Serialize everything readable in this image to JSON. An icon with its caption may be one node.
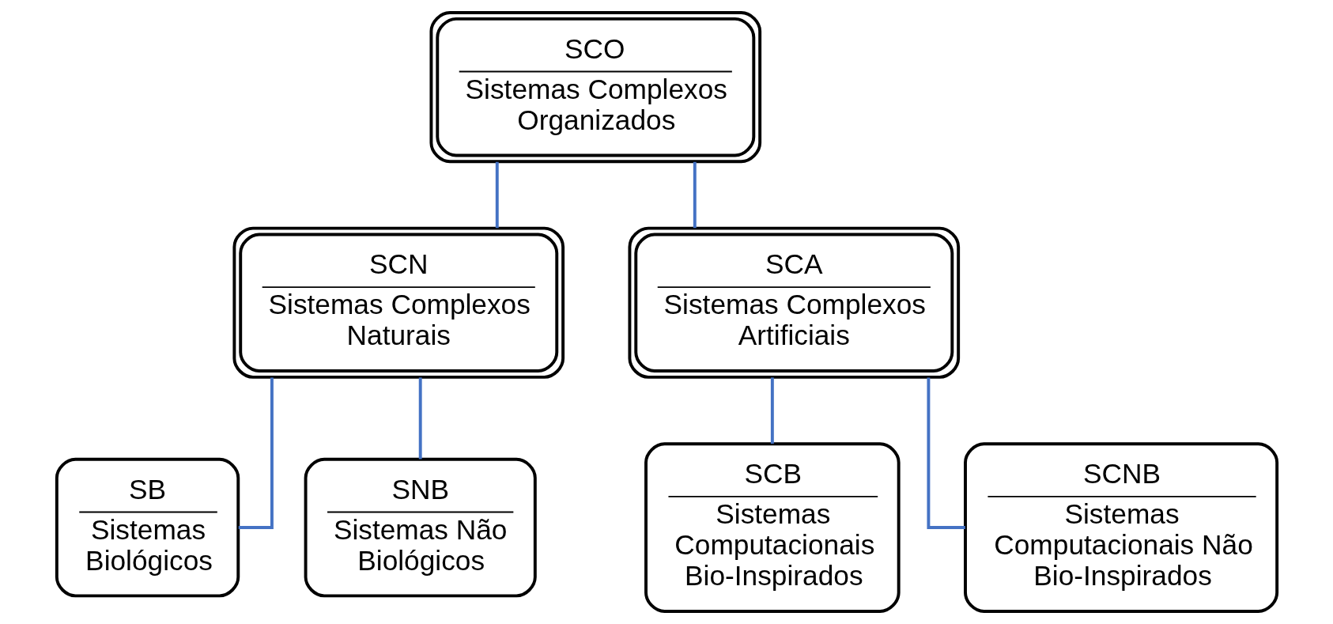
{
  "diagram": {
    "nodes": [
      {
        "text": [
          "SCO",
          "Sistemas Complexos Organizados"
        ]
      },
      {
        "text": [
          "SCN",
          "Sistemas Complexos Naturais"
        ]
      },
      {
        "text": [
          "SCA",
          "Sistemas Complexos Artificiais"
        ]
      },
      {
        "text": [
          "SB",
          "Sistemas Biológicos"
        ]
      },
      {
        "text": [
          "SNB",
          "Sistemas Não Biológicos"
        ]
      },
      {
        "text": [
          "SCB",
          "Sistemas Computacionais Bio-Inspirados"
        ]
      },
      {
        "text": [
          "SCNB",
          "Sistemas Computacionais Não Bio-Inspirados"
        ]
      }
    ],
    "edges": [
      {
        "from": 0,
        "to": 1,
        "arrow": "none"
      },
      {
        "from": 0,
        "to": 2,
        "arrow": "none"
      },
      {
        "from": 1,
        "to": 3,
        "arrow": "none"
      },
      {
        "from": 1,
        "to": 4,
        "arrow": "none"
      },
      {
        "from": 2,
        "to": 5,
        "arrow": "none"
      },
      {
        "from": 2,
        "to": 6,
        "arrow": "none"
      }
    ]
  }
}
